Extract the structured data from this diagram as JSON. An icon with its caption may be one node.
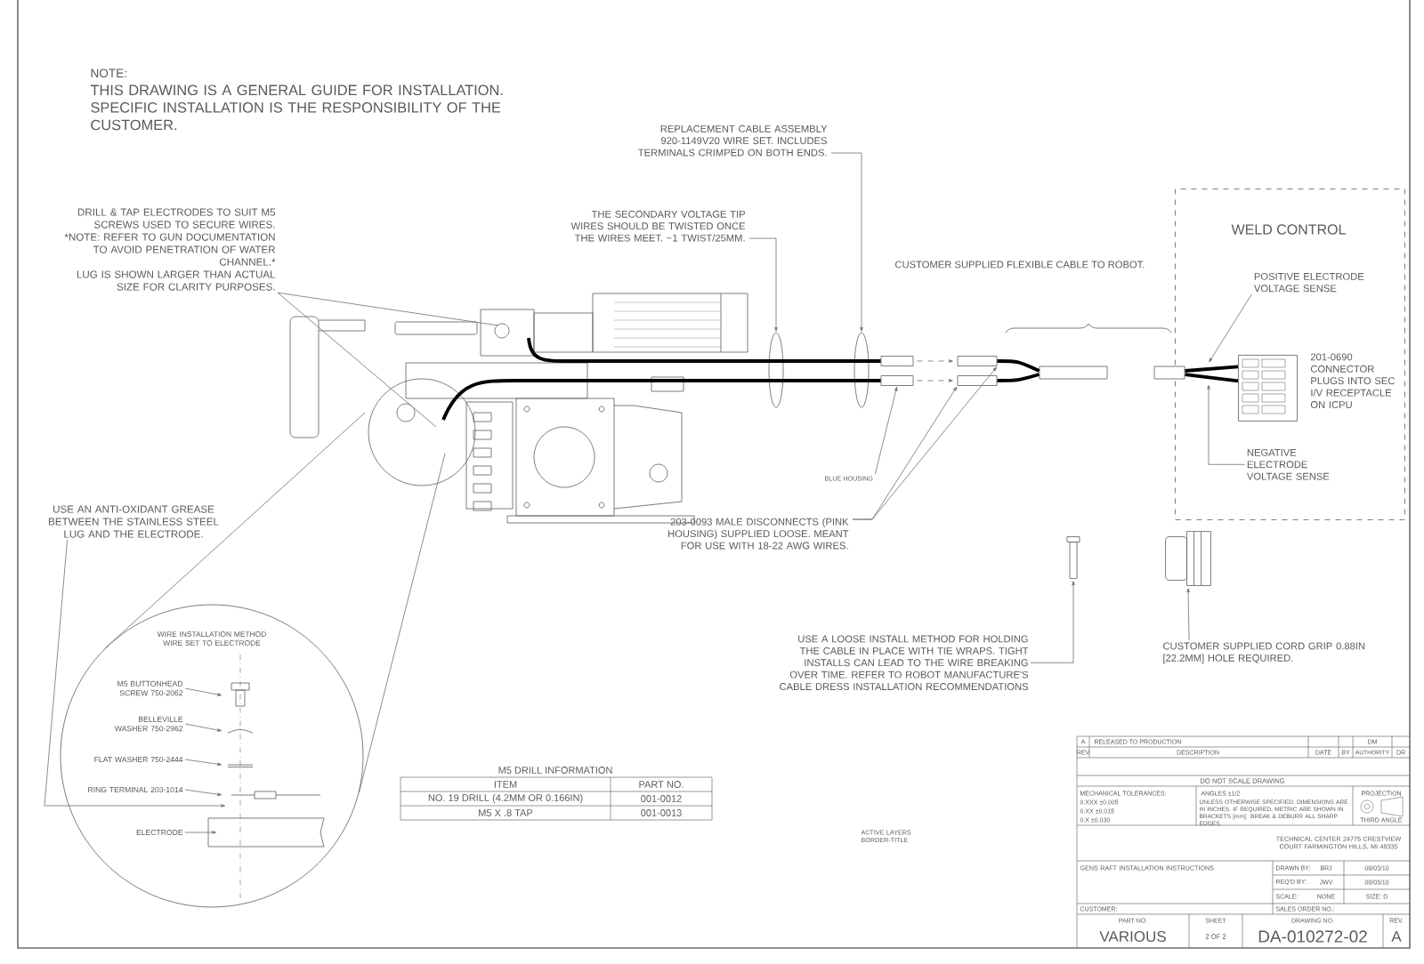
{
  "diagram": {
    "nodes": [
      {
        "text": [
          "DRILL & TAP ELECTRODES TO SUIT M5 SCREWS USED TO SECURE WIRES.",
          "*NOTE: REFER TO GUN DOCUMENTATION TO AVOID PENETRATION OF WATER",
          "CHANNEL.*",
          "LUG IS SHOWN LARGER THAN ACTUAL SIZE FOR CLARITY PURPOSES."
        ]
      },
      {
        "text": [],
        "shape": "picture"
      },
      {
        "text": [
          "USE AN ANTI-OXIDANT GREASE BETWEEN THE STAINLESS STEEL LUG AND THE ELECTRODE."
        ]
      },
      {
        "text": [
          "WIRE INSTALLATION METHOD WIRE SET TO ELECTRODE"
        ]
      },
      {
        "text": [
          "M5 BUTTONHEAD SCREW 750-2062"
        ],
        "in": 3
      },
      {
        "text": [
          "BELLEVILLE WASHER 750-2962"
        ],
        "in": 3
      },
      {
        "text": [
          "FLAT WASHER 750-2444"
        ],
        "in": 3
      },
      {
        "text": [
          "RING TERMINAL 203-1014"
        ],
        "in": 3
      },
      {
        "text": [
          "ELECTRODE"
        ],
        "in": 3
      },
      {
        "text": [
          "THE SECONDARY VOLTAGE TIP WIRES SHOULD BE TWISTED ONCE THE WIRES MEET. ~1 TWIST/25MM."
        ]
      },
      {
        "text": [
          "REPLACEMENT CABLE ASSEMBLY 920-1149V20 WIRE SET. INCLUDES TERMINALS CRIMPED ON BOTH ENDS."
        ]
      },
      {
        "text": [],
        "shape": "ellipse"
      },
      {
        "text": [],
        "shape": "ellipse"
      },
      {
        "text": [],
        "shape": "box"
      },
      {
        "text": [],
        "shape": "box"
      },
      {
        "text": [],
        "shape": "box"
      },
      {
        "text": [],
        "shape": "box"
      },
      {
        "text": [
          "BLUE HOUSING"
        ]
      },
      {
        "text": [
          "203-0093 MALE DISCONNECTS (PINK HOUSING) SUPPLIED LOOSE. MEANT FOR USE WITH 18-22 AWG WIRES."
        ]
      },
      {
        "text": [
          "WELD CONTROL"
        ]
      },
      {
        "text": [
          "POSITIVE ELECTRODE VOLTAGE SENSE"
        ],
        "in": 19
      },
      {
        "text": [
          "NEGATIVE ELECTRODE VOLTAGE SENSE"
        ],
        "in": 19
      },
      {
        "text": [],
        "shape": "box",
        "in": 19,
        "beside": [
          "201-0690 CONNECTOR PLUGS INTO SEC I/V RECEPTACLE ON ICPU"
        ]
      },
      {
        "text": [],
        "shape": "picture"
      },
      {
        "text": [
          "USE A LOOSE INSTALL METHOD FOR HOLDING THE CABLE IN PLACE WITH TIE WRAPS. TIGHT INSTALLS CAN LEAD TO THE WIRE BREAKING OVER TIME. REFER TO ROBOT MANUFACTURE'S CABLE DRESS INSTALLATION RECOMMENDATIONS"
        ]
      },
      {
        "text": [],
        "shape": "picture"
      },
      {
        "text": [
          "CUSTOMER SUPPLIED CORD GRIP 0.88IN [22.2MM] HOLE REQUIRED."
        ]
      },
      {
        "text": [],
        "shape": "bar"
      },
      {
        "text": [],
        "shape": "bar"
      }
    ],
    "edges": [
      {
        "from": 0,
        "to": 1,
        "arrow": "none"
      },
      {
        "from": 0,
        "to": 1,
        "arrow": "none"
      },
      {
        "from": 2,
        "to": null,
        "arrow": "to"
      },
      {
        "from": 1,
        "to": 3,
        "arrow": "none"
      },
      {
        "from": 1,
        "to": 3,
        "arrow": "none"
      },
      {
        "from": 4,
        "to": null,
        "arrow": "to"
      },
      {
        "from": 5,
        "to": null,
        "arrow": "to"
      },
      {
        "from": 6,
        "to": null,
        "arrow": "to"
      },
      {
        "from": 7,
        "to": null,
        "arrow": "to"
      },
      {
        "from": 8,
        "to": null,
        "arrow": "to"
      },
      {
        "from": 9,
        "to": 11,
        "arrow": "to"
      },
      {
        "from": 10,
        "to": 12,
        "arrow": "to"
      },
      {
        "from": 13,
        "to": 15,
        "arrow": "to",
        "style": "dashed"
      },
      {
        "from": 14,
        "to": 16,
        "arrow": "to",
        "style": "dashed"
      },
      {
        "from": 17,
        "to": 14,
        "arrow": "to"
      },
      {
        "from": 18,
        "to": 16,
        "arrow": "to"
      },
      {
        "from": 18,
        "to": 15,
        "arrow": "to"
      },
      {
        "from": 20,
        "to": null,
        "arrow": "to"
      },
      {
        "from": 21,
        "to": null,
        "arrow": "to"
      },
      {
        "from": 24,
        "to": 23,
        "arrow": "to"
      },
      {
        "from": 26,
        "to": 25,
        "arrow": "to"
      },
      {
        "from": 1,
        "to": 13,
        "arrow": "none",
        "style": "thick",
        "color": "#000000"
      },
      {
        "from": 1,
        "to": 14,
        "arrow": "none",
        "style": "thick",
        "color": "#000000"
      },
      {
        "from": 15,
        "to": 27,
        "arrow": "none",
        "style": "thick",
        "color": "#000000"
      },
      {
        "from": 16,
        "to": 27,
        "arrow": "none",
        "style": "thick",
        "color": "#000000"
      },
      {
        "from": 28,
        "to": 22,
        "arrow": "none",
        "style": "thick",
        "color": "#000000"
      },
      {
        "from": 28,
        "to": 22,
        "arrow": "none",
        "style": "thick",
        "color": "#000000"
      }
    ],
    "labels": [
      "NOTE:",
      "THIS DRAWING IS A GENERAL GUIDE FOR INSTALLATION. SPECIFIC INSTALLATION IS THE RESPONSIBILITY OF THE CUSTOMER.",
      "CUSTOMER SUPPLIED FLEXIBLE CABLE TO ROBOT.",
      "M5 DRILL INFORMATION",
      "ITEM",
      "PART NO.",
      "NO. 19 DRILL (4.2MM OR 0.166IN)",
      "001-0012",
      "M5 X .8 TAP",
      "001-0013",
      "ACTIVE LAYERS BORDER-TITLE",
      "A",
      "RELEASED TO PRODUCTION",
      "DM",
      "REV",
      "DESCRIPTION",
      "DATE",
      "BY",
      "AUTHORITY",
      "DR",
      "DO NOT SCALE DRAWING",
      "MECHANICAL TOLERANCES:",
      "0.XXX ±0.005",
      "0.XX ±0.015",
      "0.X ±0.030",
      "ANGLES ±1/2",
      "UNLESS OTHERWISE SPECIFIED, DIMENSIONS ARE IN INCHES. IF REQUIRED, METRIC ARE SHOWN IN BRACKETS [mm]. BREAK & DEBURR ALL SHARP EDGES.",
      "PROJECTION",
      "THIRD ANGLE",
      "TECHNICAL CENTER 24775 CRESTVIEW COURT FARMINGTON HILLS, MI 48335",
      "GENS RAFT INSTALLATION INSTRUCTIONS",
      "DRAWN BY:",
      "BRJ",
      "08/03/10",
      "REQ'D BY:",
      "JWV",
      "08/03/10",
      "SCALE:",
      "NONE",
      "SIZE: D",
      "CUSTOMER:",
      "SALES ORDER NO.:",
      "PART NO.",
      "SHEET",
      "DRAWING NO.",
      "REV.",
      "VARIOUS",
      "2 OF 2",
      "DA-010272-02",
      "A"
    ]
  }
}
